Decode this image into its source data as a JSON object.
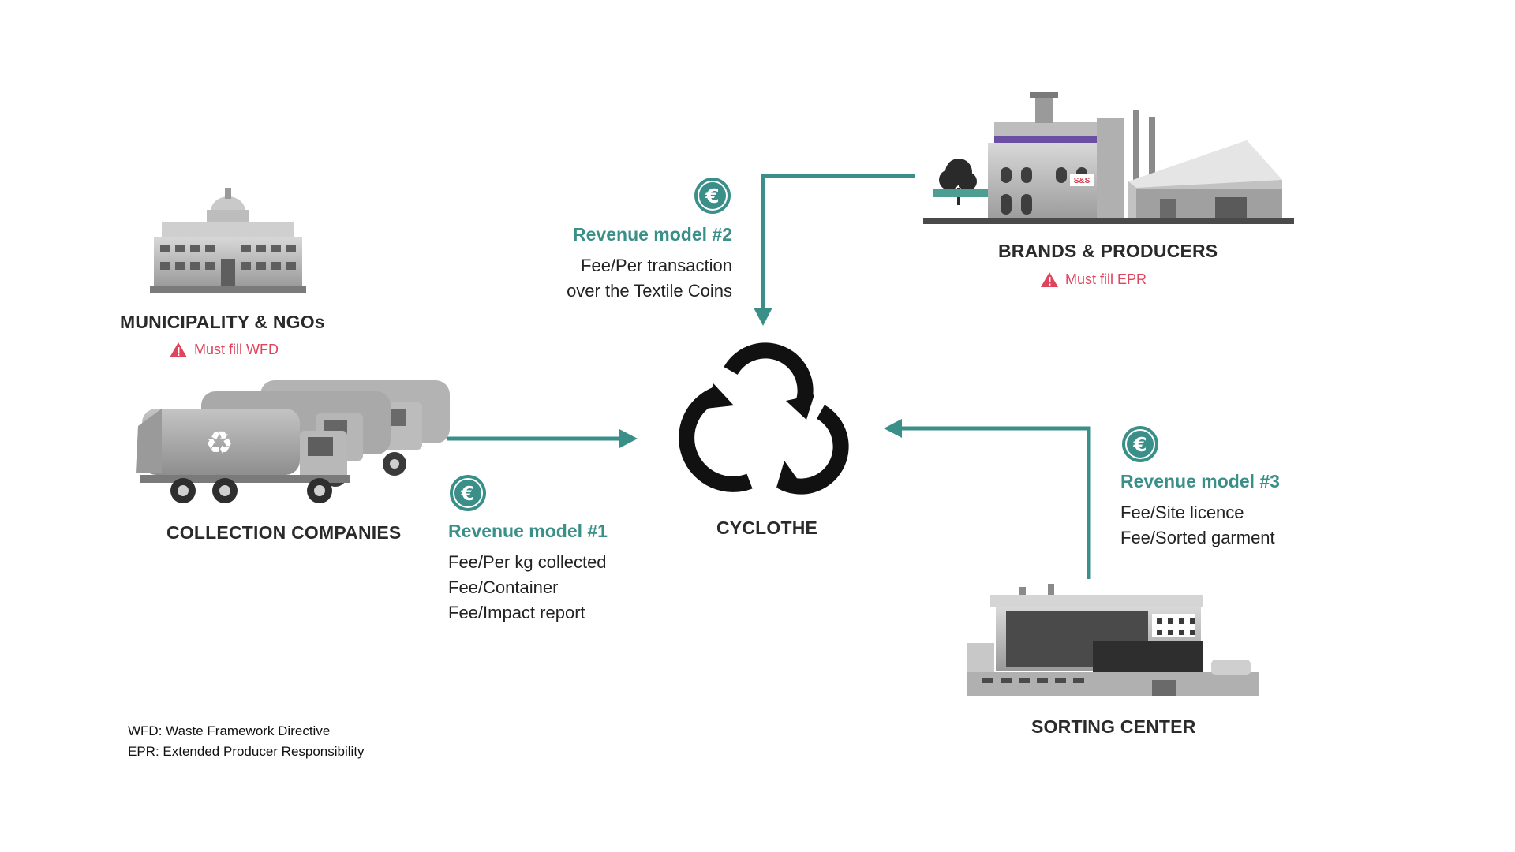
{
  "colors": {
    "accent": "#3a8f89",
    "warning": "#e0445c",
    "text": "#222222",
    "logo": "#111111"
  },
  "center": {
    "label": "CYCLOTHE",
    "icon": "cyclothe-logo-icon"
  },
  "actors": {
    "municipality": {
      "label": "MUNICIPALITY & NGOs",
      "warning": "Must fill WFD",
      "icon": "government-building-icon"
    },
    "collection": {
      "label": "COLLECTION COMPANIES",
      "icon": "garbage-trucks-icon"
    },
    "brands": {
      "label": "BRANDS & PRODUCERS",
      "warning": "Must fill EPR",
      "icon": "factory-icon"
    },
    "sorting": {
      "label": "SORTING CENTER",
      "icon": "warehouse-icon"
    }
  },
  "revenue_models": [
    {
      "title": "Revenue model #1",
      "lines": [
        "Fee/Per kg collected",
        "Fee/Container",
        "Fee/Impact report"
      ],
      "icon": "euro-coin-icon"
    },
    {
      "title": "Revenue model #2",
      "lines": [
        "Fee/Per transaction",
        "over the Textile Coins"
      ],
      "icon": "euro-coin-icon"
    },
    {
      "title": "Revenue model #3",
      "lines": [
        "Fee/Site licence",
        "Fee/Sorted garment"
      ],
      "icon": "euro-coin-icon"
    }
  ],
  "legend": {
    "wfd": "WFD: Waste Framework Directive",
    "epr": "EPR: Extended Producer Responsibility"
  },
  "brand_sign": "S&S"
}
